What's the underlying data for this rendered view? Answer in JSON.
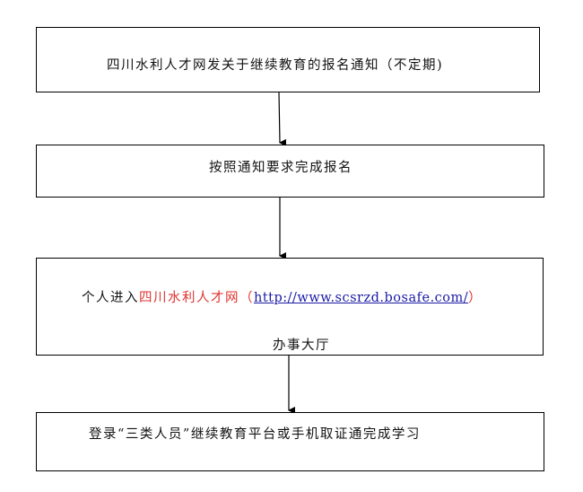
{
  "steps": {
    "step1": "四川水利人才网发关于继续教育的报名通知（不定期)",
    "step2": "按照通知要求完成报名",
    "step3_prefix": "个人进入",
    "step3_site": "四川水利人才网（",
    "step3_url": "http://www.scsrzd.bosafe.com/",
    "step3_close": "）",
    "step3_line2": "办事大厅",
    "step4": "登录“三类人员”继续教育平台或手机取证通完成学习"
  },
  "colors": {
    "site_name": "#e0322f",
    "link": "#1a1aa6",
    "border": "#000000"
  }
}
